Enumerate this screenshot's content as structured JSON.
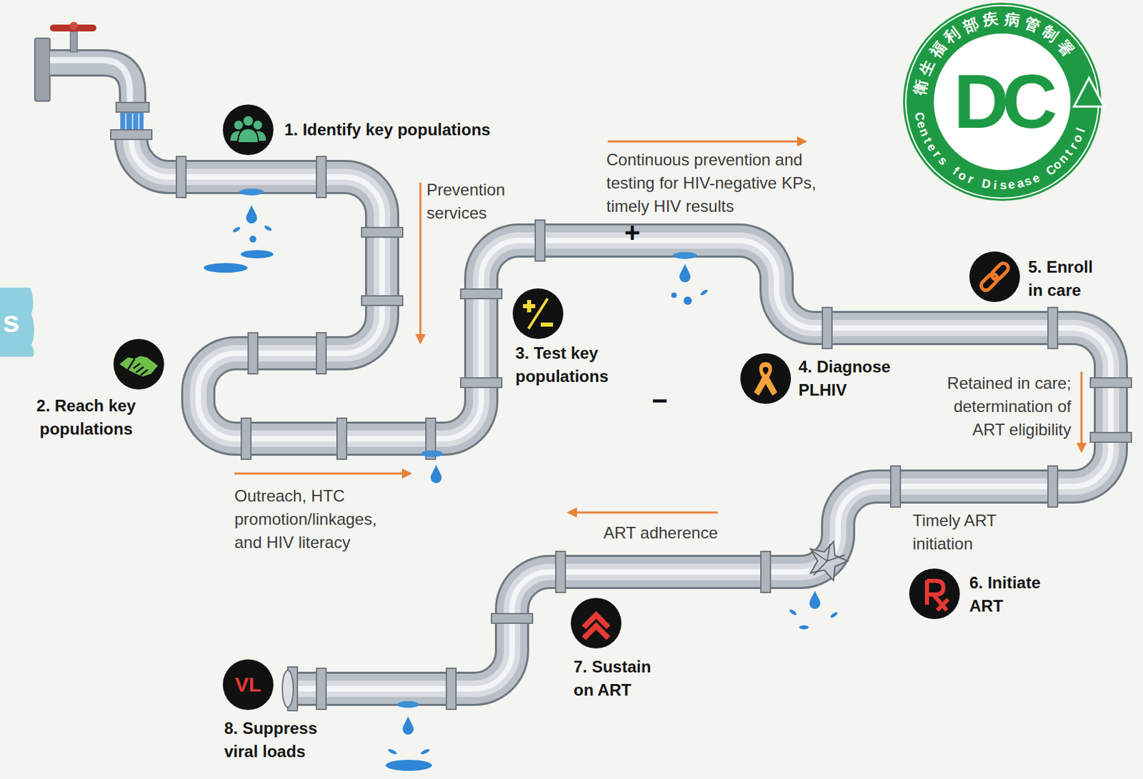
{
  "diagram": {
    "nodes": [
      {
        "text": [
          "1. Identify key populations"
        ]
      },
      {
        "text": [
          "2. Reach key populations"
        ]
      },
      {
        "text": [
          "3. Test key populations"
        ]
      },
      {
        "text": [
          "4. Diagnose PLHIV"
        ]
      },
      {
        "text": [
          "5. Enroll in care"
        ]
      },
      {
        "text": [
          "6. Initiate ART"
        ]
      },
      {
        "text": [
          "7. Sustain on ART"
        ]
      },
      {
        "text": [
          "VL",
          "8. Suppress viral loads"
        ]
      },
      {
        "text": [
          "DC",
          "衛生福利部疾病管制署",
          "Centers for Disease Control"
        ]
      }
    ],
    "labels": [
      "s",
      "Prevention services",
      "Outreach, HTC promotion/linkages, and HIV literacy",
      "Continuous prevention and testing for HIV-negative KPs, timely HIV results",
      "+",
      "−",
      "Retained in care; determination of ART eligibility",
      "Timely ART initiation",
      "ART adherence"
    ]
  }
}
